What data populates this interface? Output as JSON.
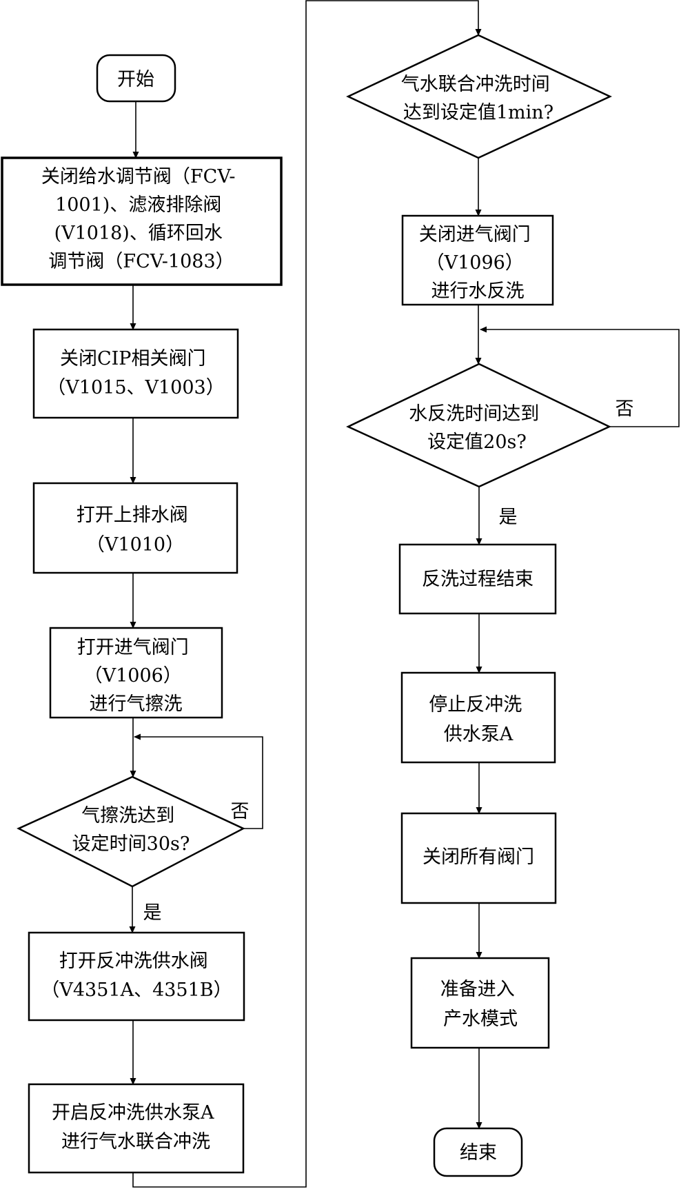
{
  "nodes": {
    "start": [
      "开始"
    ],
    "close_feed": [
      "关闭给水调节阀（FCV-",
      "1001)、滤液排除阀",
      "(V1018)、循环回水",
      "调节阀（FCV-1083）"
    ],
    "close_cip": [
      "关闭CIP相关阀门",
      "（V1015、V1003）"
    ],
    "open_upper_drain": [
      "打开上排水阀",
      "（V1010）"
    ],
    "open_air_inlet": [
      "打开进气阀门",
      "（V1006）",
      "进行气擦洗"
    ],
    "air_scrub_check": [
      "气擦洗达到",
      "设定时间30s?"
    ],
    "open_backwash_valve": [
      "打开反冲洗供水阀",
      "（V4351A、4351B）"
    ],
    "start_backwash_pump": [
      "开启反冲洗供水泵A",
      "进行气水联合冲洗"
    ],
    "combined_wash_check": [
      "气水联合冲洗时间",
      "达到设定值1min?"
    ],
    "close_air_inlet": [
      "关闭进气阀门",
      "（V1096）",
      "进行水反洗"
    ],
    "water_backwash_check": [
      "水反洗时间达到",
      "设定值20s?"
    ],
    "backwash_end": [
      "反洗过程结束"
    ],
    "stop_pump": [
      "停止反冲洗",
      "供水泵A"
    ],
    "close_all": [
      "关闭所有阀门"
    ],
    "prepare_production": [
      "准备进入",
      "产水模式"
    ],
    "end": [
      "结束"
    ]
  },
  "edge_labels": {
    "air_scrub_no": "否",
    "air_scrub_yes": "是",
    "water_backwash_no": "否",
    "water_backwash_yes": "是"
  },
  "colors": {
    "stroke": "#000000",
    "background": "#ffffff"
  }
}
